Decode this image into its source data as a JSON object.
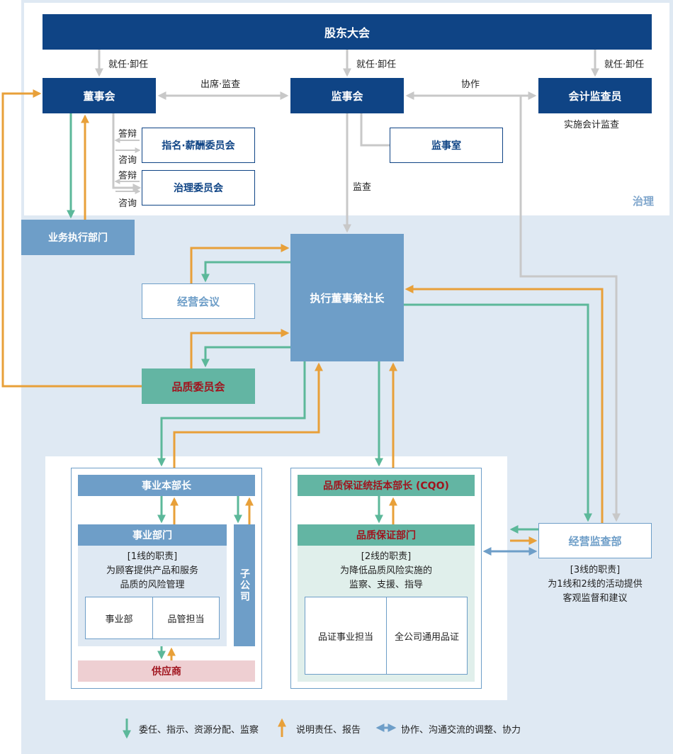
{
  "colors": {
    "navy": "#0f4485",
    "steel_blue": "#6e9ec8",
    "light_blue_bg": "#dfe9f3",
    "teal": "#63b5a3",
    "dark_red": "#a0141e",
    "gray_arrow": "#c8c8c8",
    "green_arrow": "#5cb89a",
    "orange_arrow": "#e8a039",
    "blue_arrow": "#6e9ec8"
  },
  "governance": {
    "label": "治理",
    "shareholders_meeting": "股东大会",
    "appoint_dismiss": "就任·卸任",
    "board": "董事会",
    "attend_audit": "出席·监查",
    "audit_board": "监事会",
    "cooperation": "协作",
    "accounting_auditor": "会计监查员",
    "accounting_audit_note": "实施会计监查",
    "answer": "答辩",
    "consult": "咨询",
    "nomination_committee": "指名·薪酬委员会",
    "governance_committee": "治理委员会",
    "audit_office": "监事室",
    "audit": "监查"
  },
  "execution": {
    "business_execution": "业务执行部门",
    "ceo": "执行董事兼社长",
    "management_meeting": "经营会议",
    "quality_committee": "品质委员会"
  },
  "line1": {
    "division_head": "事业本部长",
    "business_dept": "事业部门",
    "duty_title": "[1线的职责]",
    "duty_line1": "为顾客提供产品和服务",
    "duty_line2": "品质的风险管理",
    "cell_a": "事业部",
    "cell_b": "品管担当",
    "subsidiary": "子公司",
    "supplier": "供应商"
  },
  "line2": {
    "cqo": "品质保证统括本部长 (CQO)",
    "qa_dept": "品质保证部门",
    "duty_title": "[2线的职责]",
    "duty_line1": "为降低品质风险实施的",
    "duty_line2": "监察、支援、指导",
    "cell_a": "品证事业担当",
    "cell_b": "全公司通用品证"
  },
  "line3": {
    "audit_dept": "经营监查部",
    "duty_title": "[3线的职责]",
    "duty_line1": "为1线和2线的活动提供",
    "duty_line2": "客观监督和建议"
  },
  "legend": {
    "green": "委任、指示、资源分配、监察",
    "orange": "说明责任、报告",
    "blue": "协作、沟通交流的调整、协力"
  }
}
